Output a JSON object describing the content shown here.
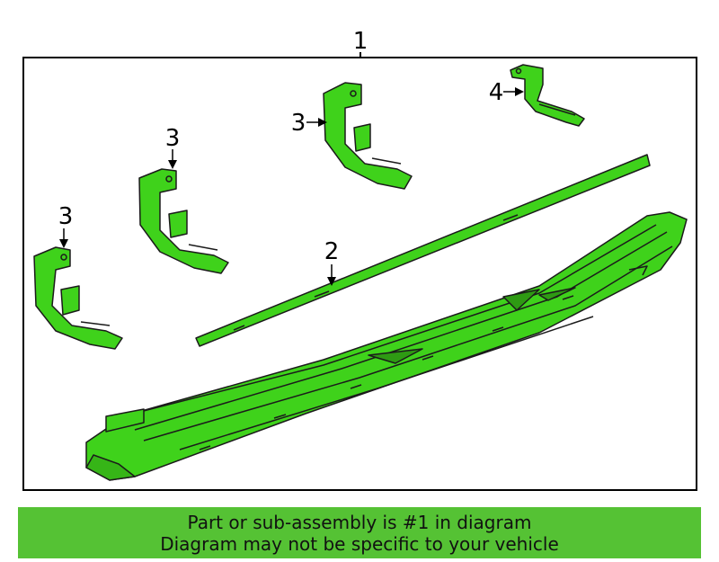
{
  "diagram": {
    "assembly_callout": "1",
    "callouts": [
      {
        "label": "3"
      },
      {
        "label": "3"
      },
      {
        "label": "3"
      },
      {
        "label": "4"
      },
      {
        "label": "2"
      }
    ]
  },
  "colors": {
    "part_fill": "#3fd21b",
    "part_stroke": "#1b1b1b",
    "frame": "#000000",
    "banner_bg": "#55c234"
  },
  "banner": {
    "line1": "Part or sub-assembly is #1 in diagram",
    "line2": "Diagram may not be specific to your vehicle"
  }
}
